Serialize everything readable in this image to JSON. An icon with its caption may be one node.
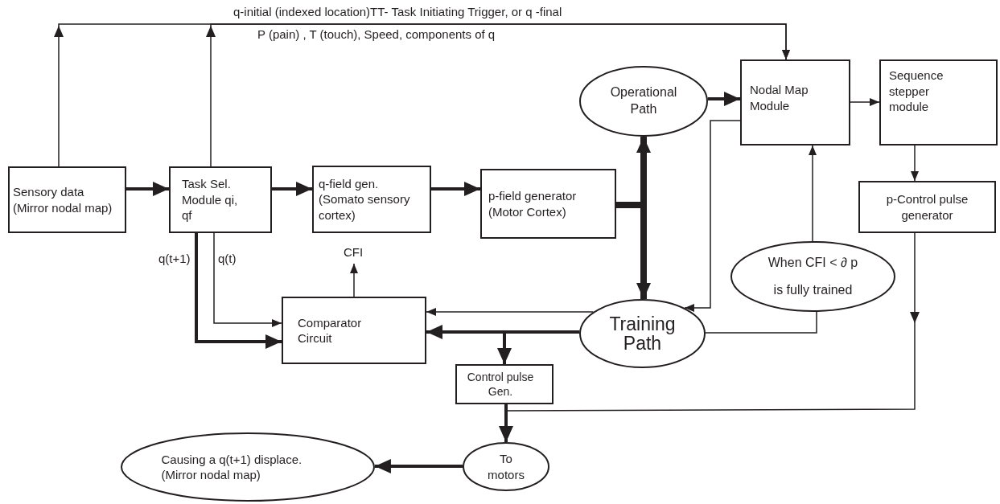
{
  "diagram": {
    "nodes": [
      {
        "text": [
          "Sensory data (Mirror nodal map)"
        ]
      },
      {
        "text": [
          "Task Sel. Module qi, qf"
        ]
      },
      {
        "text": [
          "q-field gen. (Somato sensory cortex)"
        ]
      },
      {
        "text": [
          "p-field generator (Motor Cortex)"
        ]
      },
      {
        "text": [
          "Operational Path"
        ]
      },
      {
        "text": [
          "Nodal Map Module"
        ]
      },
      {
        "text": [
          "Sequence stepper module"
        ]
      },
      {
        "text": [
          "p-Control pulse generator"
        ]
      },
      {
        "text": [
          "When CFI < ∂ p is fully trained"
        ]
      },
      {
        "text": [
          "Comparator Circuit"
        ]
      },
      {
        "text": [
          "Training Path"
        ]
      },
      {
        "text": [
          "Control pulse Gen."
        ]
      },
      {
        "text": [
          "To motors"
        ]
      },
      {
        "text": [
          "Causing a q(t+1) displace. (Mirror nodal map)"
        ]
      }
    ],
    "edges": [
      {
        "from": 0,
        "to": 1,
        "arrow": "to",
        "style": "thick"
      },
      {
        "from": 1,
        "to": 2,
        "arrow": "to",
        "style": "thick"
      },
      {
        "from": 2,
        "to": 3,
        "arrow": "to",
        "style": "thick"
      },
      {
        "from": 3,
        "to": 4,
        "arrow": "to",
        "style": "thick"
      },
      {
        "from": 3,
        "to": 10,
        "arrow": "to",
        "style": "thick"
      },
      {
        "from": 4,
        "to": 5,
        "arrow": "to",
        "style": "thick"
      },
      {
        "from": 5,
        "to": 6,
        "arrow": "to"
      },
      {
        "from": 6,
        "to": 7,
        "arrow": "to"
      },
      {
        "from": 0,
        "to": 5,
        "arrow": "to"
      },
      {
        "from": 1,
        "to": 5,
        "arrow": "to"
      },
      {
        "from": 5,
        "to": 10,
        "arrow": "to"
      },
      {
        "from": 10,
        "to": 9,
        "arrow": "to"
      },
      {
        "from": 10,
        "to": 9,
        "arrow": "to",
        "style": "thick"
      },
      {
        "from": 10,
        "to": 11,
        "arrow": "to",
        "style": "thick"
      },
      {
        "from": 8,
        "to": 5,
        "arrow": "to"
      },
      {
        "from": 10,
        "to": 8,
        "arrow": "none"
      },
      {
        "from": 1,
        "to": 9,
        "arrow": "to",
        "label": "q(t)"
      },
      {
        "from": 1,
        "to": 9,
        "arrow": "to",
        "label": "q(t+1)",
        "style": "thick"
      },
      {
        "from": 9,
        "to": null,
        "arrow": "to",
        "label": "CFI"
      },
      {
        "from": 7,
        "to": 12,
        "arrow": "to"
      },
      {
        "from": 11,
        "to": 12,
        "arrow": "to",
        "style": "thick"
      },
      {
        "from": 12,
        "to": 13,
        "arrow": "to",
        "style": "thick"
      }
    ],
    "labels": [
      "q-initial (indexed location)TT-  Task Initiating Trigger, or q -final",
      "P (pain) , T (touch), Speed,  components of q"
    ]
  }
}
